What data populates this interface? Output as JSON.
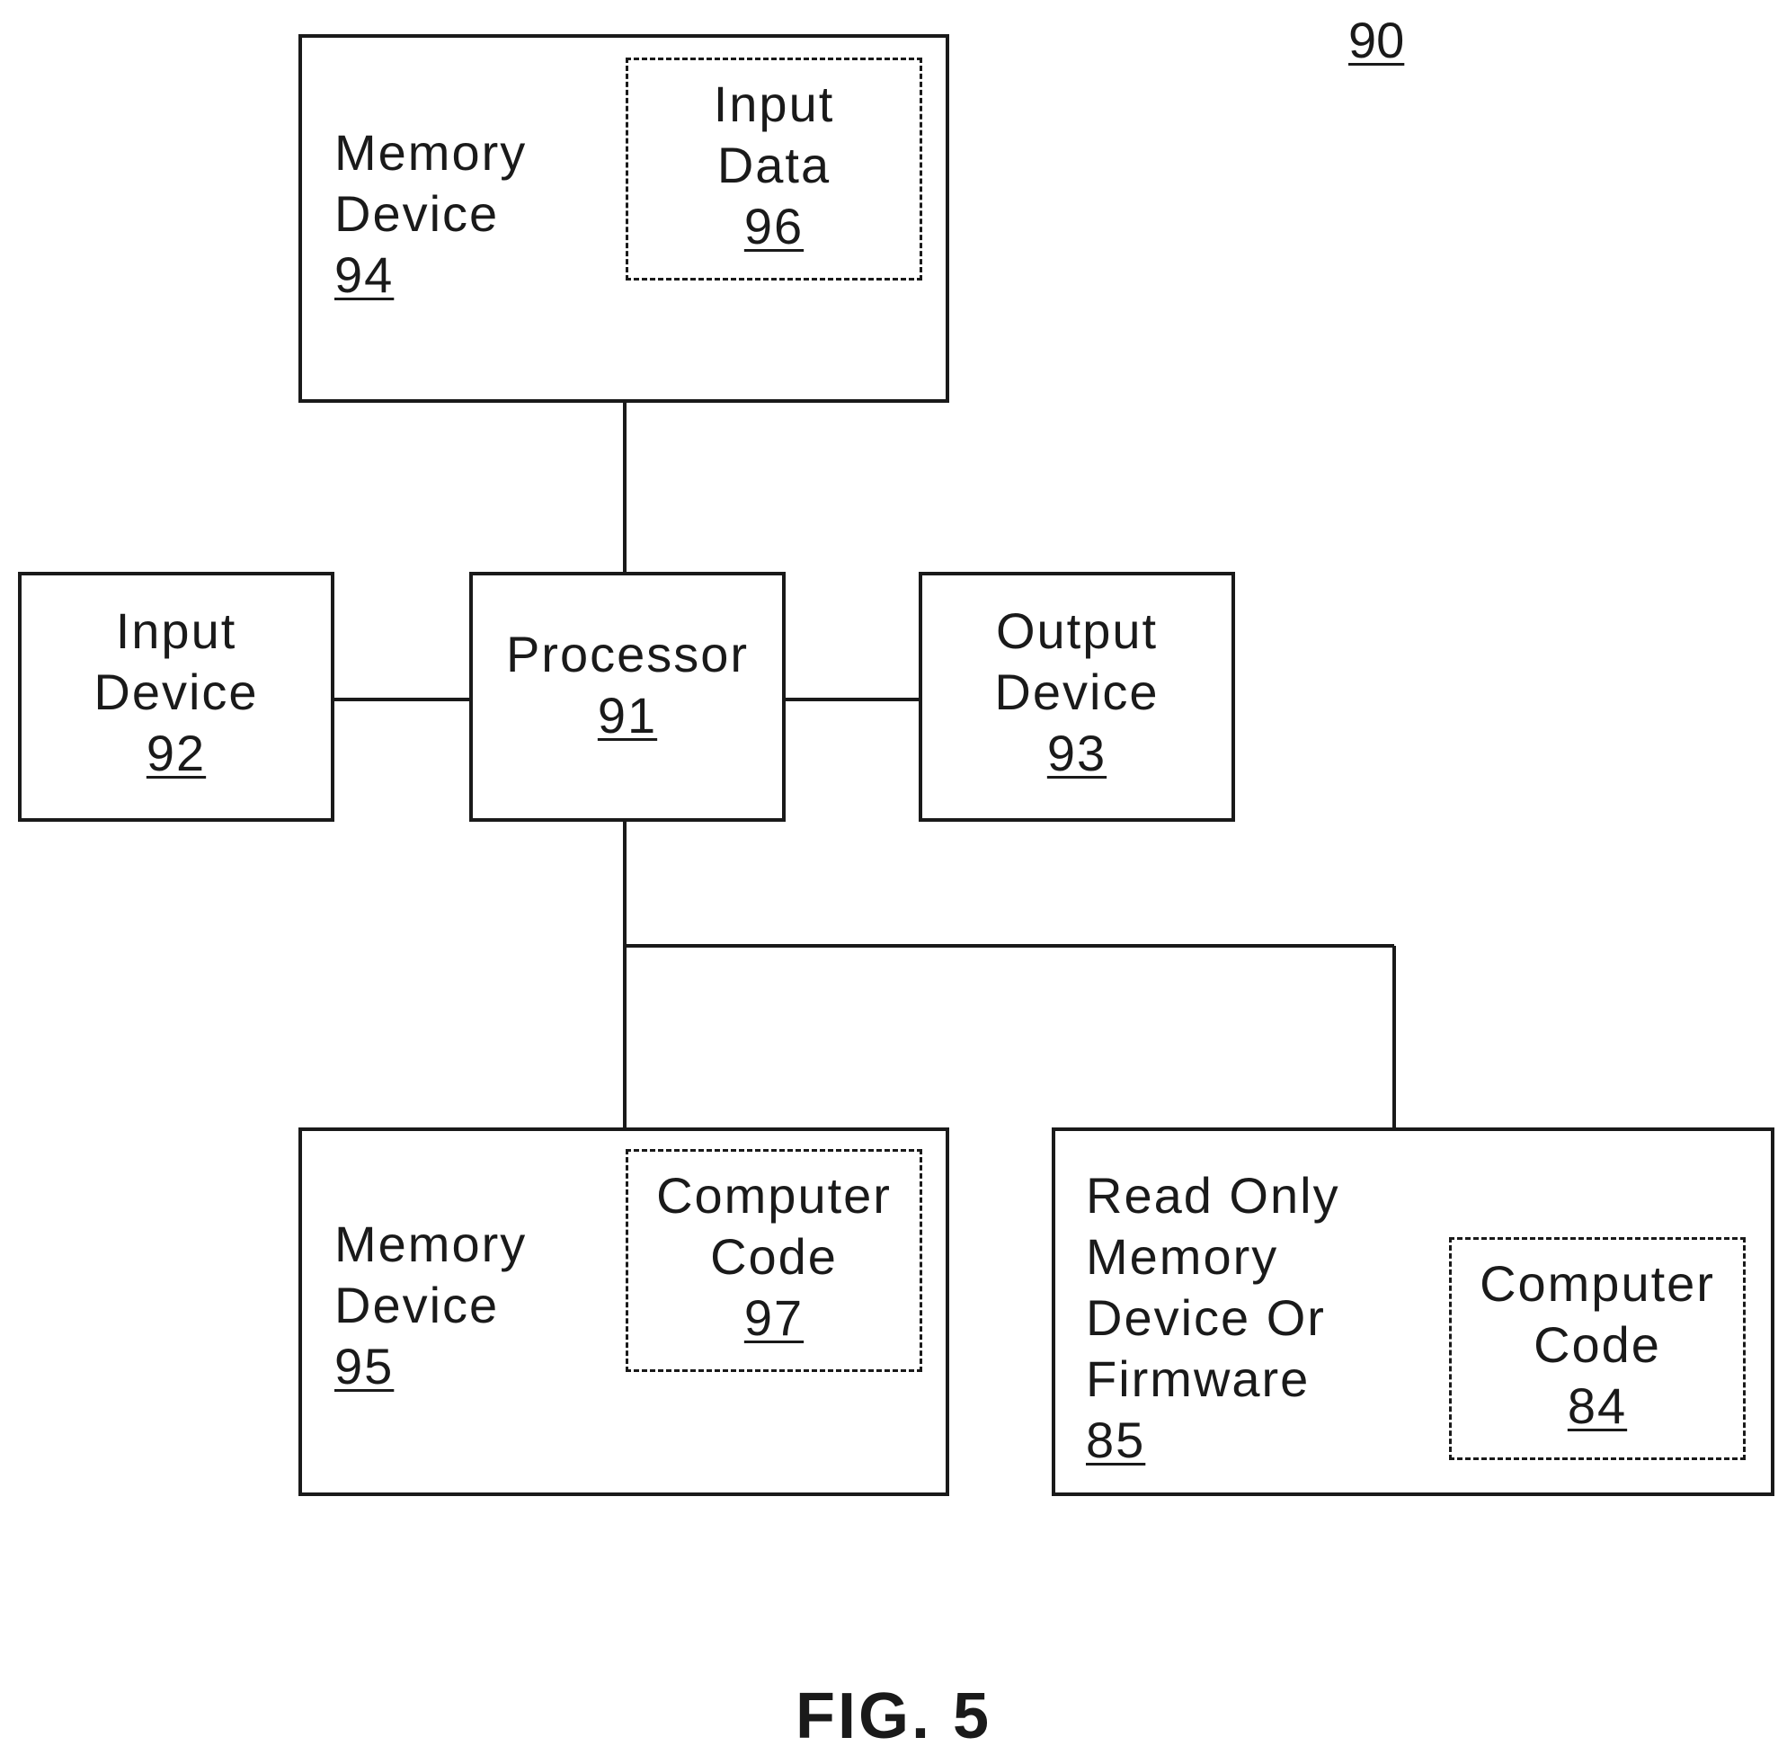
{
  "system_ref": "90",
  "figure_caption": "FIG. 5",
  "nodes": {
    "memory_94": {
      "line1": "Memory",
      "line2": "Device",
      "ref": "94"
    },
    "input_data_96": {
      "line1": "Input",
      "line2": "Data",
      "ref": "96"
    },
    "input_device_92": {
      "line1": "Input",
      "line2": "Device",
      "ref": "92"
    },
    "processor_91": {
      "line1": "Processor",
      "ref": "91"
    },
    "output_device_93": {
      "line1": "Output",
      "line2": "Device",
      "ref": "93"
    },
    "memory_95": {
      "line1": "Memory",
      "line2": "Device",
      "ref": "95"
    },
    "code_97": {
      "line1": "Computer",
      "line2": "Code",
      "ref": "97"
    },
    "rom_85": {
      "line1": "Read Only",
      "line2": "Memory",
      "line3": "Device Or",
      "line4": "Firmware",
      "ref": "85"
    },
    "code_84": {
      "line1": "Computer",
      "line2": "Code",
      "ref": "84"
    }
  }
}
